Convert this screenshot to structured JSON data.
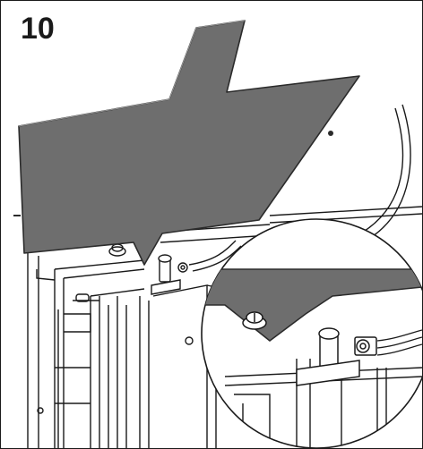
{
  "step": {
    "number": "10"
  },
  "colors": {
    "line": "#1a1a1a",
    "plate": "#6e6e6e",
    "plate_edge": "#2b2b2b",
    "background": "#ffffff"
  },
  "icons": [
    "cover-plate",
    "detail-magnifier-circle",
    "hex-screw",
    "connector-pin",
    "cable"
  ]
}
